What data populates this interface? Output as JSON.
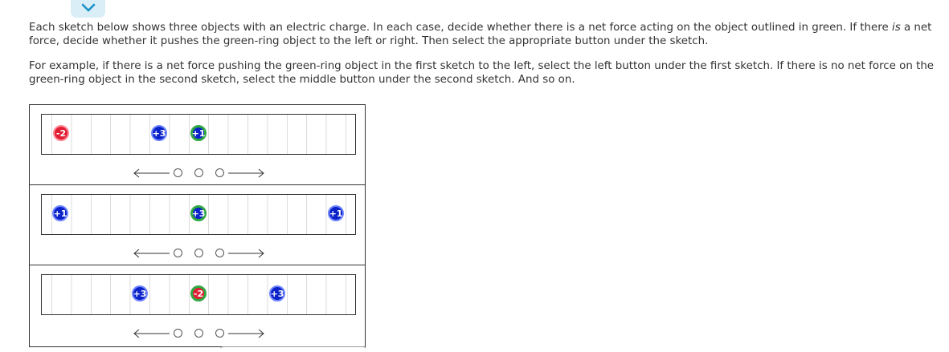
{
  "instructions": {
    "p1_a": "Each sketch below shows three objects with an electric charge. In each case, decide whether there is a net force acting on the object outlined in green. If there ",
    "p1_em": "is",
    "p1_b": " a net force, decide whether it pushes the green-ring object to the left or right. Then select the appropriate button under the sketch.",
    "p2": "For example, if there is a net force pushing the green-ring object in the first sketch to the left, select the left button under the first sketch. If there is no net force on the green-ring object in the second sketch, select the middle button under the second sketch. And so on."
  },
  "sketches": [
    {
      "charges": [
        "-2",
        "+3",
        "+1"
      ]
    },
    {
      "charges": [
        "+1",
        "+3",
        "+1"
      ]
    },
    {
      "charges": [
        "+3",
        "-2",
        "+3"
      ]
    }
  ],
  "colors": {
    "positive": "#0a22c8",
    "negative": "#e01e34",
    "target_ring": "#31a843"
  }
}
